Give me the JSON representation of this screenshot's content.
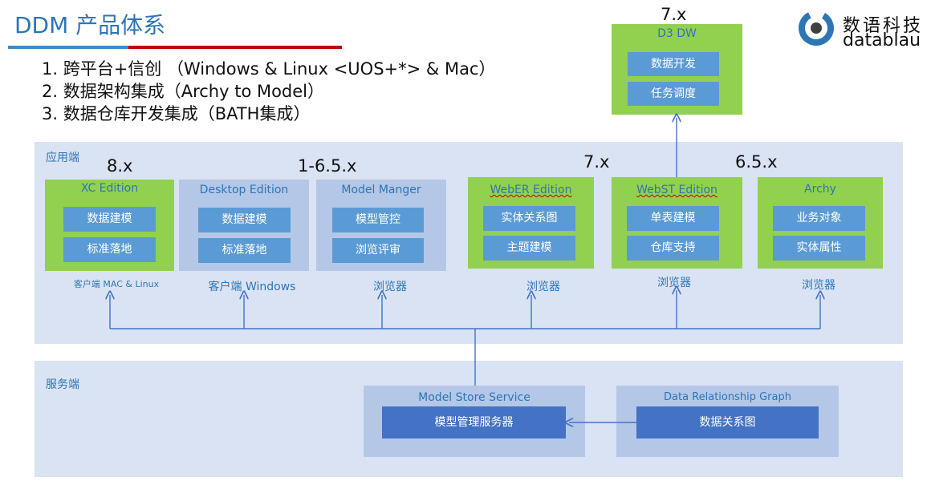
{
  "page": {
    "title": "DDM 产品体系",
    "points": [
      "1.  跨平台+信创  （Windows & Linux <UOS+*> & Mac）",
      "2.  数据架构集成（Archy to Model）",
      "3.  数据仓库开发集成（BATH集成）"
    ]
  },
  "logo": {
    "cn": "数语科技",
    "en": "datablau"
  },
  "colors": {
    "green": "#92d050",
    "light_blue": "#b4c7e7",
    "pill": "#5b9bd5",
    "service": "#4472c4",
    "zone": "#dae3f3",
    "accent": "#2e75b6"
  },
  "d3dw": {
    "version": "7.x",
    "title": "D3 DW",
    "items": [
      "数据开发",
      "任务调度"
    ]
  },
  "client_zone": {
    "label": "应用端"
  },
  "server_zone": {
    "label": "服务端"
  },
  "versions": {
    "xc": "8.x",
    "desktop_model": "1-6.5.x",
    "weber": "7.x",
    "archy": "6.5.x"
  },
  "products": [
    {
      "title": "XC Edition",
      "items": [
        "数据建模",
        "标准落地"
      ],
      "caption": "客户端 MAC & Linux"
    },
    {
      "title": "Desktop Edition",
      "items": [
        "数据建模",
        "标准落地"
      ],
      "caption": "客户端 Windows"
    },
    {
      "title": "Model Manger",
      "items": [
        "模型管控",
        "浏览评审"
      ],
      "caption": "浏览器"
    },
    {
      "title": "WebER Edition",
      "items": [
        "实体关系图",
        "主题建模"
      ],
      "caption": "浏览器"
    },
    {
      "title": "WebST Edition",
      "items": [
        "单表建模",
        "仓库支持"
      ],
      "caption": "浏览器"
    },
    {
      "title": "Archy",
      "items": [
        "业务对象",
        "实体属性"
      ],
      "caption": "浏览器"
    }
  ],
  "services": {
    "model_store": {
      "title": "Model Store Service",
      "inner": "模型管理服务器"
    },
    "graph": {
      "title": "Data Relationship Graph",
      "inner": "数据关系图"
    }
  }
}
